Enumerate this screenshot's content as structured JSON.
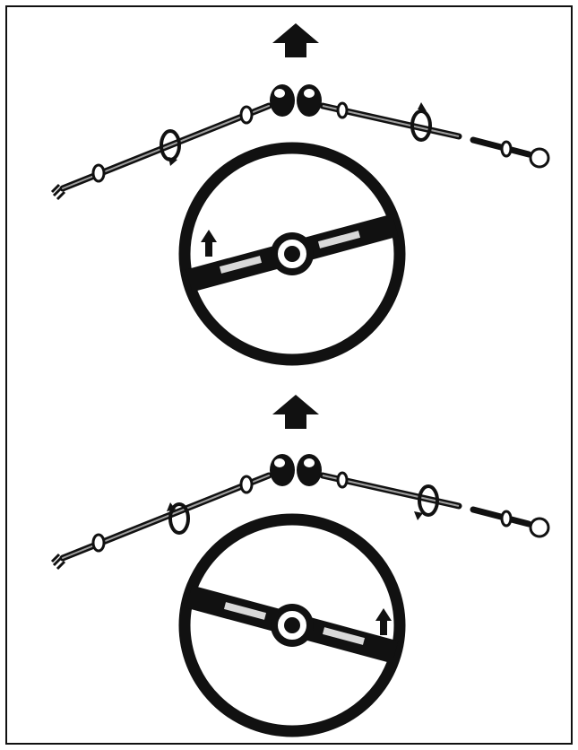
{
  "figure": {
    "panels": [
      {
        "id": "top",
        "description_hidden": true
      },
      {
        "id": "bottom",
        "description_hidden": true
      }
    ],
    "colors": {
      "ink": "#111111",
      "paper": "#ffffff",
      "badge": "#d9d9d9"
    },
    "icons": [
      "up-arrow-icon",
      "rotation-arrow-icon",
      "steering-wheel",
      "tie-rod"
    ]
  }
}
